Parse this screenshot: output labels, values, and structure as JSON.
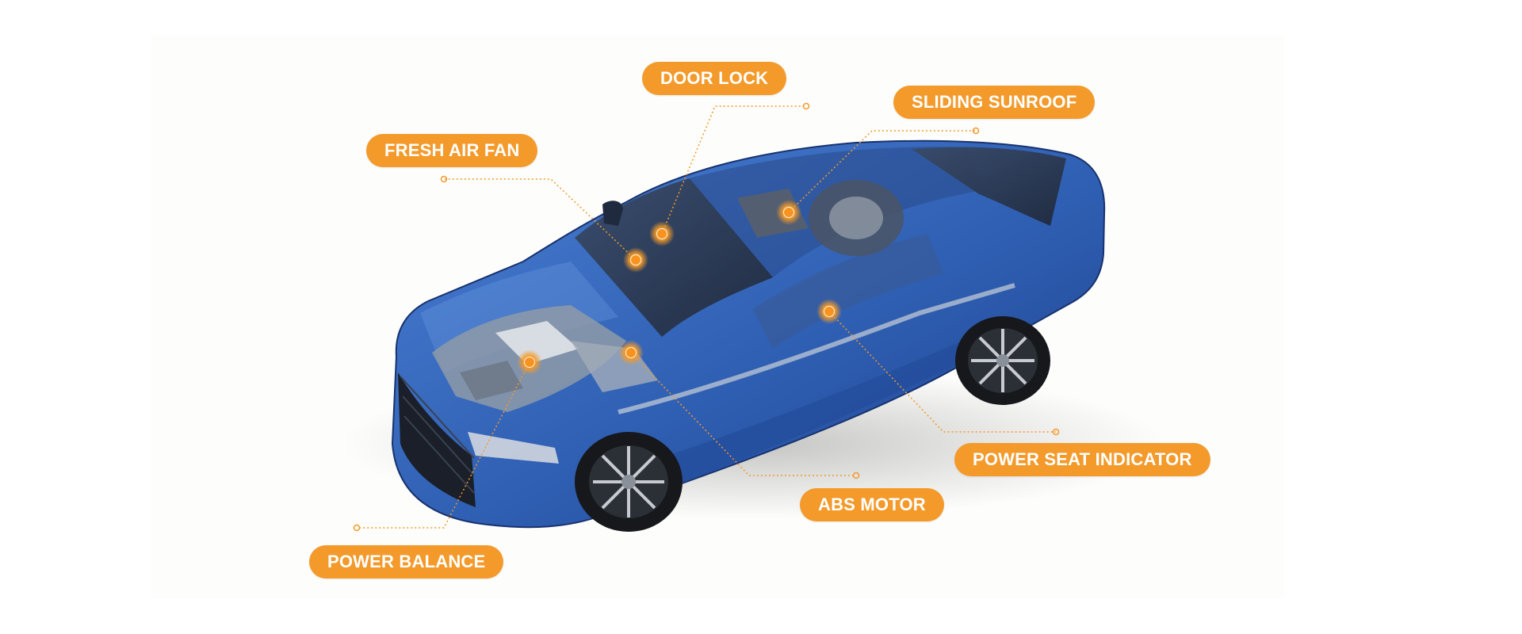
{
  "colors": {
    "accent": "#f39a2b",
    "car_body": "#2f5fb3",
    "car_body_dark": "#1c3d86",
    "glass": "#2a3344",
    "engine": "#8e9aa8",
    "background": "#fdfdfb"
  },
  "labels": {
    "door_lock": "DOOR LOCK",
    "sliding_sunroof": "SLIDING SUNROOF",
    "fresh_air_fan": "FRESH AIR FAN",
    "power_seat_indicator": "POWER SEAT INDICATOR",
    "abs_motor": "ABS MOTOR",
    "power_balance": "POWER BALANCE"
  },
  "image": {
    "subject": "car-cutaway-illustration"
  }
}
